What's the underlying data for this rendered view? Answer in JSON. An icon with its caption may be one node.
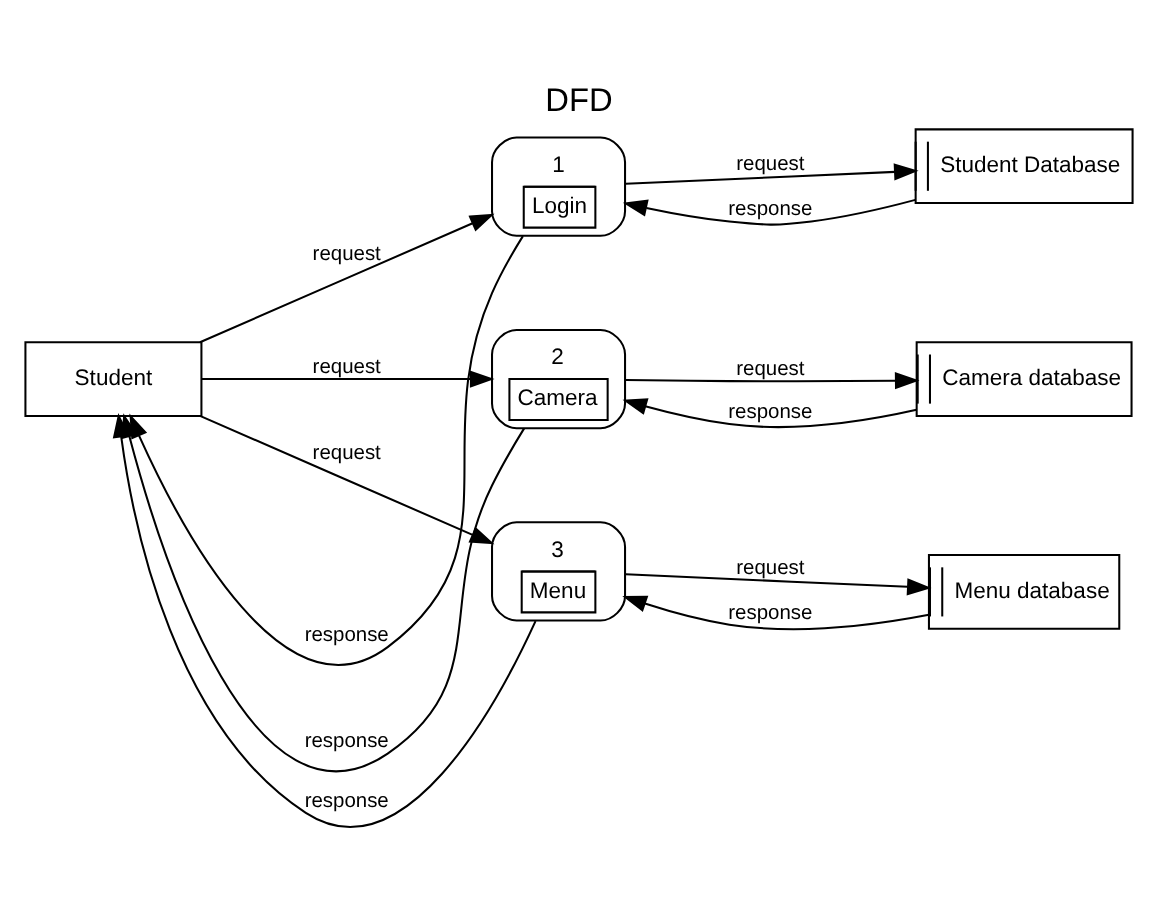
{
  "diagram": {
    "title": "DFD",
    "nodes": [
      {
        "text": [
          "Student"
        ]
      },
      {
        "text": [
          "1",
          "Login"
        ]
      },
      {
        "text": [
          "Student Database"
        ]
      },
      {
        "text": [
          "2",
          "Camera"
        ]
      },
      {
        "text": [
          "Camera database"
        ]
      },
      {
        "text": [
          "3",
          "Menu"
        ]
      },
      {
        "text": [
          "Menu database"
        ]
      }
    ],
    "edges": [
      {
        "from": 0,
        "to": 1,
        "arrow": "to",
        "label": "request"
      },
      {
        "from": 1,
        "to": 0,
        "arrow": "to",
        "label": "response"
      },
      {
        "from": 1,
        "to": 2,
        "arrow": "to",
        "label": "request"
      },
      {
        "from": 2,
        "to": 1,
        "arrow": "to",
        "label": "response"
      },
      {
        "from": 0,
        "to": 3,
        "arrow": "to",
        "label": "request"
      },
      {
        "from": 3,
        "to": 0,
        "arrow": "to",
        "label": "response"
      },
      {
        "from": 3,
        "to": 4,
        "arrow": "to",
        "label": "request"
      },
      {
        "from": 4,
        "to": 3,
        "arrow": "to",
        "label": "response"
      },
      {
        "from": 0,
        "to": 5,
        "arrow": "to",
        "label": "request"
      },
      {
        "from": 5,
        "to": 0,
        "arrow": "to",
        "label": "response"
      },
      {
        "from": 5,
        "to": 6,
        "arrow": "to",
        "label": "request"
      },
      {
        "from": 6,
        "to": 5,
        "arrow": "to",
        "label": "response"
      }
    ]
  }
}
